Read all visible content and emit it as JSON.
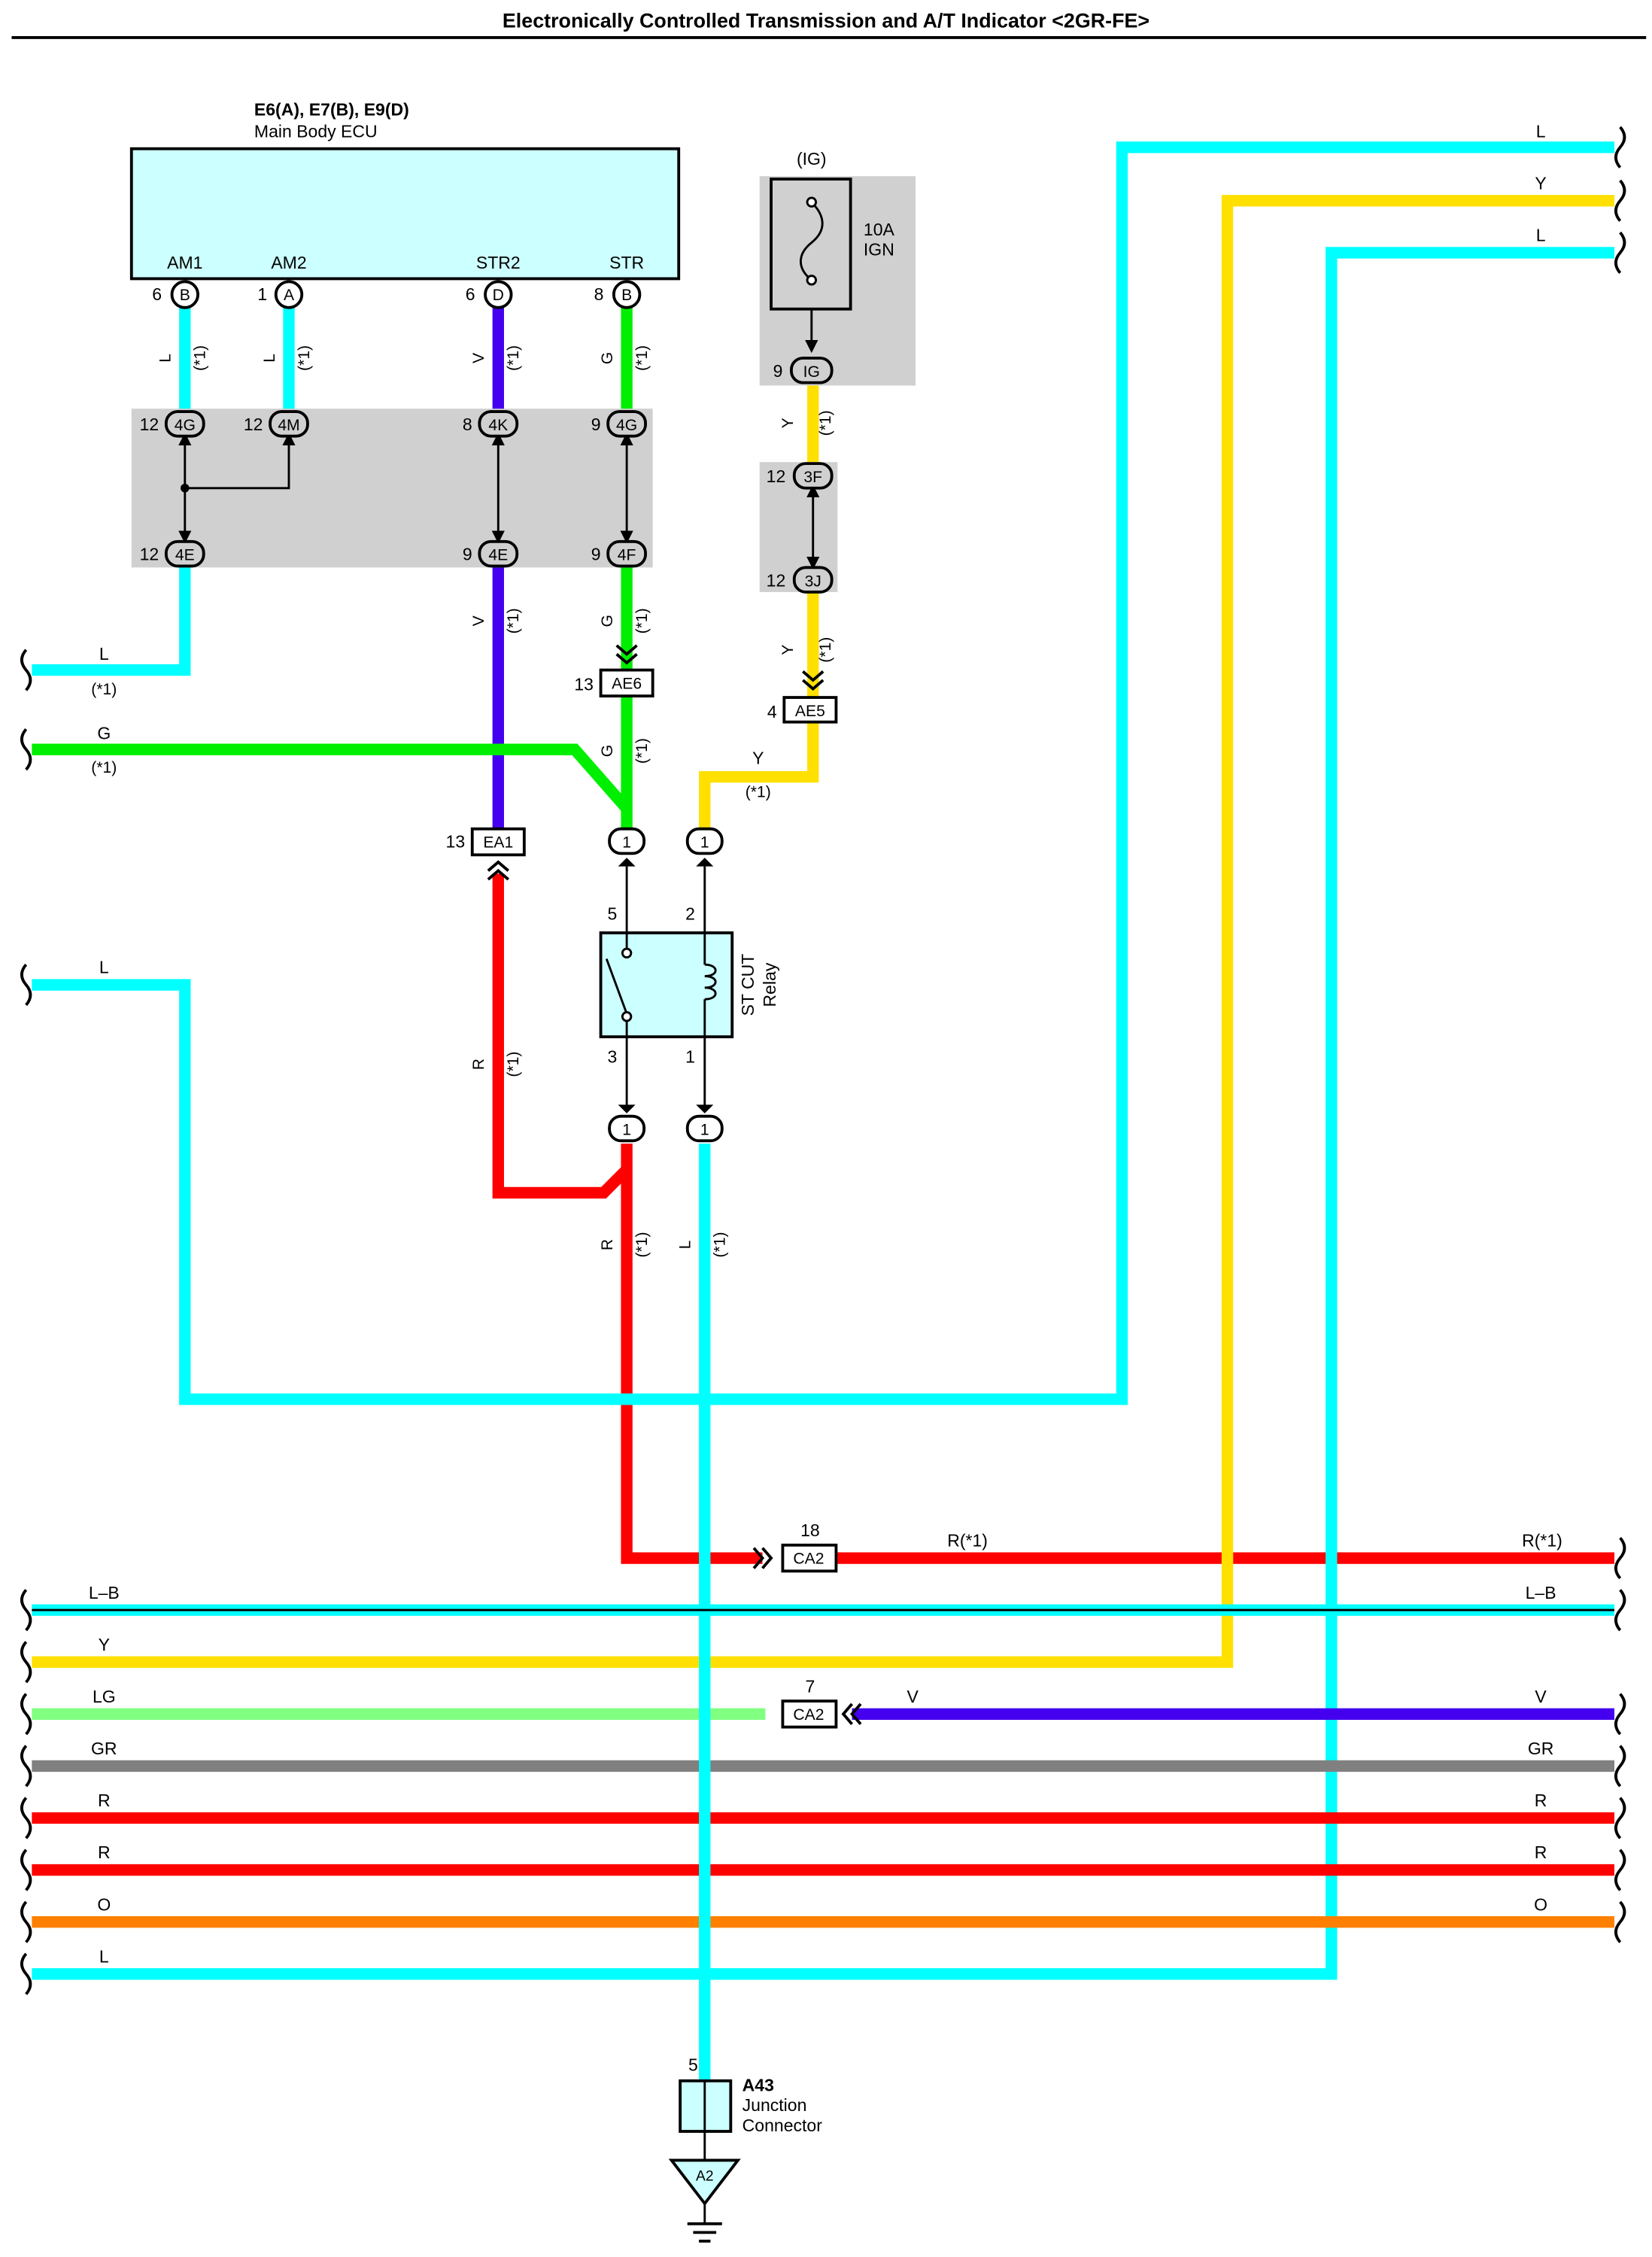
{
  "title": "Electronically Controlled Transmission and A/T Indicator <2GR-FE>",
  "colors": {
    "L": "#00ffff",
    "G": "#00ee00",
    "V": "#4400ee",
    "Y": "#ffe000",
    "R": "#ff0000",
    "LG": "#80ff80",
    "GR": "#808080",
    "O": "#ff8000",
    "LB": "#00ffff",
    "component": "#ccffff",
    "junction_box": "#d0d0d0"
  },
  "ecu": {
    "connectors": "E6(A), E7(B), E9(D)",
    "name": "Main Body ECU",
    "terminals": [
      {
        "label": "AM1",
        "pin": "6",
        "conn": "B",
        "wire": "L",
        "note": "(*1)"
      },
      {
        "label": "AM2",
        "pin": "1",
        "conn": "A",
        "wire": "L",
        "note": "(*1)"
      },
      {
        "label": "STR2",
        "pin": "6",
        "conn": "D",
        "wire": "V",
        "note": "(*1)"
      },
      {
        "label": "STR",
        "pin": "8",
        "conn": "B",
        "wire": "G",
        "note": "(*1)"
      }
    ]
  },
  "jb1": {
    "top": [
      {
        "pin": "12",
        "conn": "4G"
      },
      {
        "pin": "12",
        "conn": "4M"
      },
      {
        "pin": "8",
        "conn": "4K"
      },
      {
        "pin": "9",
        "conn": "4G"
      }
    ],
    "bottom": [
      {
        "pin": "12",
        "conn": "4E"
      },
      {
        "pin": "9",
        "conn": "4E"
      },
      {
        "pin": "9",
        "conn": "4F"
      }
    ]
  },
  "fuse": {
    "header": "(IG)",
    "rating": "10A",
    "name": "IGN",
    "pin": "9",
    "conn": "IG"
  },
  "jb2": {
    "top": {
      "pin": "12",
      "conn": "3F"
    },
    "bottom": {
      "pin": "12",
      "conn": "3J"
    }
  },
  "wire_labels": {
    "y_fuse": "Y",
    "y_fuse_note": "(*1)",
    "y_jb2": "Y",
    "y_jb2_note": "(*1)",
    "v_mid": "V",
    "v_mid_note": "(*1)",
    "g_mid": "G",
    "g_mid_note": "(*1)",
    "g_low": "G",
    "g_low_note": "(*1)",
    "y_relay": "Y",
    "y_relay_note": "(*1)",
    "r_left": "R",
    "r_left_note": "(*1)",
    "r_below": "R",
    "r_below_note": "(*1)",
    "l_below": "L",
    "l_below_note": "(*1)",
    "l_left": "L",
    "l_left_note": "(*1)",
    "g_left": "G",
    "g_left_note": "(*1)",
    "l_left2": "L",
    "r_ca2": "R(*1)",
    "r_ca2_right": "R(*1)",
    "v_ca2": "V"
  },
  "inline": {
    "ae6": {
      "pin": "13",
      "conn": "AE6"
    },
    "ae5": {
      "pin": "4",
      "conn": "AE5"
    },
    "ea1": {
      "pin": "13",
      "conn": "EA1"
    },
    "ca2_top": {
      "pin": "18",
      "conn": "CA2"
    },
    "ca2_bot": {
      "pin": "7",
      "conn": "CA2"
    }
  },
  "relay": {
    "name_line1": "ST CUT",
    "name_line2": "Relay",
    "pin5": "5",
    "pin2": "2",
    "pin3": "3",
    "pin1": "1",
    "conn_label": "1"
  },
  "right_top_wires": [
    "L",
    "Y",
    "L"
  ],
  "bus_wires": [
    {
      "left": "L–B",
      "right": "L–B",
      "color": "LB"
    },
    {
      "left": "Y",
      "right": "",
      "color": "Y"
    },
    {
      "left": "LG",
      "right": "V",
      "color": "LG"
    },
    {
      "left": "GR",
      "right": "GR",
      "color": "GR"
    },
    {
      "left": "R",
      "right": "R",
      "color": "R"
    },
    {
      "left": "R",
      "right": "R",
      "color": "R"
    },
    {
      "left": "O",
      "right": "O",
      "color": "O"
    },
    {
      "left": "L",
      "right": "",
      "color": "L"
    }
  ],
  "junction": {
    "pin": "5",
    "id": "A43",
    "line1": "Junction",
    "line2": "Connector",
    "ground": "A2"
  }
}
